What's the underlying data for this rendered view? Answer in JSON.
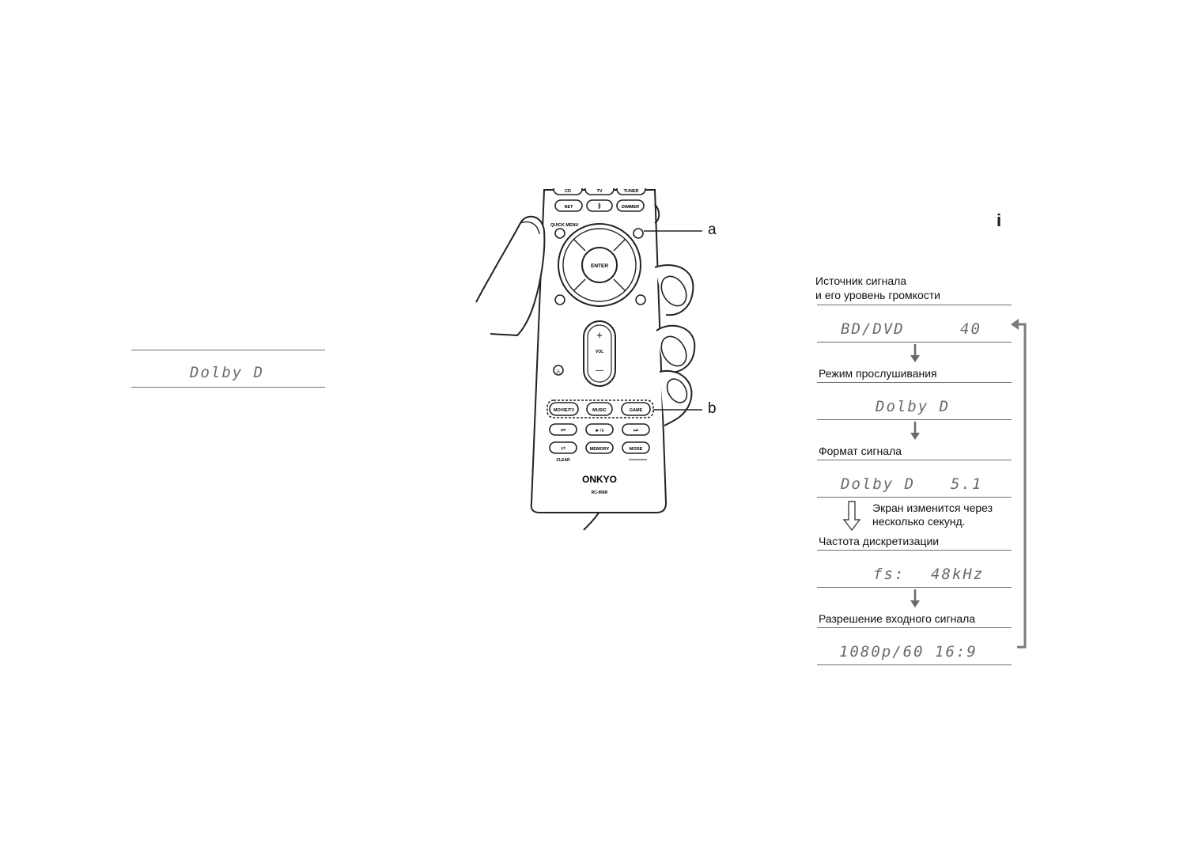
{
  "left_display": {
    "text": "Dolby D"
  },
  "remote": {
    "callout_a": "a",
    "callout_b": "b",
    "top_buttons": [
      "CD",
      "TV",
      "TUNER"
    ],
    "row_buttons": [
      "NET",
      "",
      "DIMMER"
    ],
    "quick_menu": "QUICK MENU",
    "enter": "ENTER",
    "vol_plus": "+",
    "vol_label": "VOL",
    "vol_minus": "—",
    "mode_buttons": [
      "MOVIE/TV",
      "MUSIC",
      "GAME"
    ],
    "transport_buttons": [
      "⏮",
      "►/⏸",
      "⏭"
    ],
    "bottom_buttons": [
      "",
      "MEMORY",
      "MODE"
    ],
    "clear_label": "CLEAR",
    "brand": "ONKYO",
    "model": "RC-966R"
  },
  "info_icon": "i",
  "sequence": {
    "source_label_line1": "Источник сигнала",
    "source_label_line2": "и его уровень громкости",
    "source_display_left": "BD/DVD",
    "source_display_right": "40",
    "listening_label": "Режим прослушивания",
    "listening_display": "Dolby D",
    "format_label": "Формат сигнала",
    "format_display_left": "Dolby D",
    "format_display_right": "5.1",
    "note_line1": "Экран изменится через",
    "note_line2": "несколько секунд.",
    "sampling_label": "Частота дискретизации",
    "sampling_display_left": "fs:",
    "sampling_display_right": "48kHz",
    "resolution_label": "Разрешение входного сигнала",
    "resolution_display_left": "1080p/60",
    "resolution_display_right": "16:9"
  }
}
